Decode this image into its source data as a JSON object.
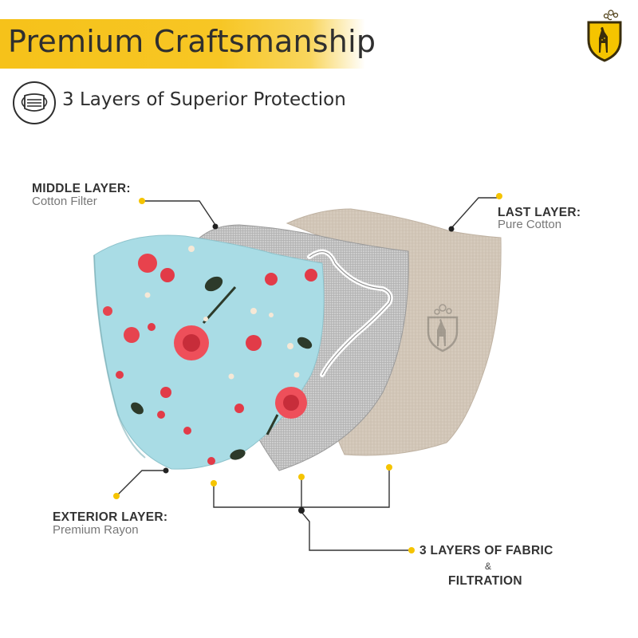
{
  "header": {
    "title": "Premium Craftsmanship",
    "subtitle": "3 Layers of Superior Protection",
    "accent_color": "#f6c21a"
  },
  "icons": {
    "logo": "deer-shield-logo",
    "subtitle_icon": "face-mask-icon"
  },
  "labels": {
    "middle": {
      "title": "MIDDLE LAYER:",
      "detail": "Cotton Filter"
    },
    "last": {
      "title": "LAST LAYER:",
      "detail": "Pure Cotton"
    },
    "exterior": {
      "title": "EXTERIOR LAYER:",
      "detail": "Premium Rayon"
    },
    "fabric": {
      "line1": "3 LAYERS OF FABRIC",
      "amp": "&",
      "line2": "FILTRATION"
    }
  },
  "colors": {
    "exterior_fabric": "#a7dbe3",
    "middle_fabric": "#c9c9c9",
    "last_fabric": "#d4c8ba",
    "marker": "#f5c400",
    "connector": "#333333"
  }
}
